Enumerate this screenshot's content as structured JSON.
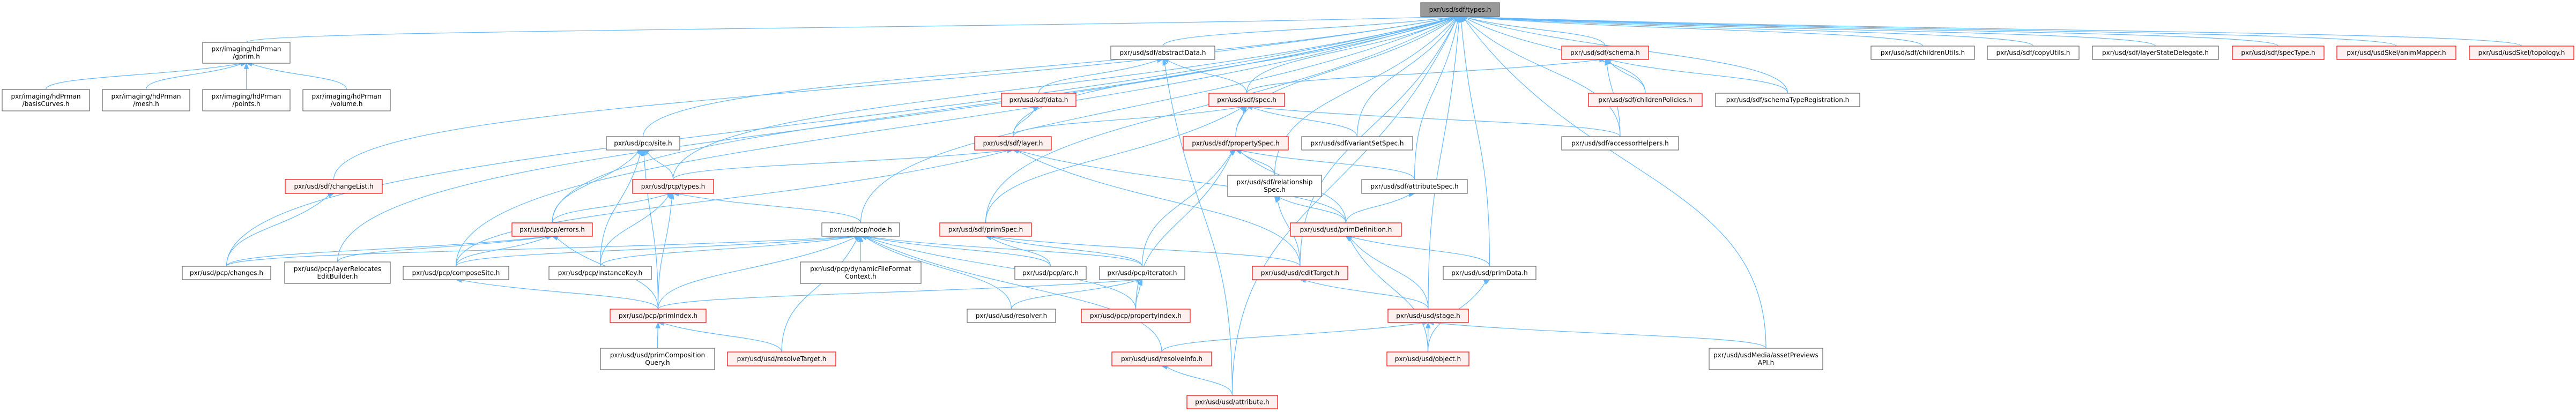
{
  "colors": {
    "edge": "#63b8ff",
    "red_border": "#ff0000",
    "red_fill": "#fff0f0",
    "root_fill": "#999999",
    "normal_border": "#666666"
  },
  "nodes": [
    {
      "id": "types",
      "lines": [
        "pxr/usd/sdf/types.h"
      ],
      "style": "root"
    },
    {
      "id": "gprim",
      "lines": [
        "pxr/imaging/hdPrman",
        "/gprim.h"
      ],
      "style": "normal"
    },
    {
      "id": "basisCurves",
      "lines": [
        "pxr/imaging/hdPrman",
        "/basisCurves.h"
      ],
      "style": "normal"
    },
    {
      "id": "mesh",
      "lines": [
        "pxr/imaging/hdPrman",
        "/mesh.h"
      ],
      "style": "normal"
    },
    {
      "id": "points",
      "lines": [
        "pxr/imaging/hdPrman",
        "/points.h"
      ],
      "style": "normal"
    },
    {
      "id": "volume",
      "lines": [
        "pxr/imaging/hdPrman",
        "/volume.h"
      ],
      "style": "normal"
    },
    {
      "id": "changeList",
      "lines": [
        "pxr/usd/sdf/changeList.h"
      ],
      "style": "red"
    },
    {
      "id": "site",
      "lines": [
        "pxr/usd/pcp/site.h"
      ],
      "style": "normal"
    },
    {
      "id": "pcpTypes",
      "lines": [
        "pxr/usd/pcp/types.h"
      ],
      "style": "red"
    },
    {
      "id": "errors",
      "lines": [
        "pxr/usd/pcp/errors.h"
      ],
      "style": "red"
    },
    {
      "id": "changes",
      "lines": [
        "pxr/usd/pcp/changes.h"
      ],
      "style": "normal"
    },
    {
      "id": "layerRelocates",
      "lines": [
        "pxr/usd/pcp/layerRelocates",
        "EditBuilder.h"
      ],
      "style": "normal"
    },
    {
      "id": "composeSite",
      "lines": [
        "pxr/usd/pcp/composeSite.h"
      ],
      "style": "normal"
    },
    {
      "id": "instanceKey",
      "lines": [
        "pxr/usd/pcp/instanceKey.h"
      ],
      "style": "normal"
    },
    {
      "id": "primIndex",
      "lines": [
        "pxr/usd/pcp/primIndex.h"
      ],
      "style": "red"
    },
    {
      "id": "primCompositionQuery",
      "lines": [
        "pxr/usd/usd/primComposition",
        "Query.h"
      ],
      "style": "normal"
    },
    {
      "id": "node",
      "lines": [
        "pxr/usd/pcp/node.h"
      ],
      "style": "normal"
    },
    {
      "id": "dynamicFileFormatContext",
      "lines": [
        "pxr/usd/pcp/dynamicFileFormat",
        "Context.h"
      ],
      "style": "normal"
    },
    {
      "id": "arc",
      "lines": [
        "pxr/usd/pcp/arc.h"
      ],
      "style": "normal"
    },
    {
      "id": "iterator",
      "lines": [
        "pxr/usd/pcp/iterator.h"
      ],
      "style": "normal"
    },
    {
      "id": "resolver",
      "lines": [
        "pxr/usd/usd/resolver.h"
      ],
      "style": "normal"
    },
    {
      "id": "propertyIndex",
      "lines": [
        "pxr/usd/pcp/propertyIndex.h"
      ],
      "style": "red"
    },
    {
      "id": "resolveTarget",
      "lines": [
        "pxr/usd/usd/resolveTarget.h"
      ],
      "style": "red"
    },
    {
      "id": "resolveInfo",
      "lines": [
        "pxr/usd/usd/resolveInfo.h"
      ],
      "style": "red"
    },
    {
      "id": "attribute",
      "lines": [
        "pxr/usd/usd/attribute.h"
      ],
      "style": "red"
    },
    {
      "id": "abstractData",
      "lines": [
        "pxr/usd/sdf/abstractData.h"
      ],
      "style": "normal"
    },
    {
      "id": "data",
      "lines": [
        "pxr/usd/sdf/data.h"
      ],
      "style": "red"
    },
    {
      "id": "layer",
      "lines": [
        "pxr/usd/sdf/layer.h"
      ],
      "style": "red"
    },
    {
      "id": "spec",
      "lines": [
        "pxr/usd/sdf/spec.h"
      ],
      "style": "red"
    },
    {
      "id": "primSpec",
      "lines": [
        "pxr/usd/sdf/primSpec.h"
      ],
      "style": "red"
    },
    {
      "id": "propertySpec",
      "lines": [
        "pxr/usd/sdf/propertySpec.h"
      ],
      "style": "red"
    },
    {
      "id": "variantSetSpec",
      "lines": [
        "pxr/usd/sdf/variantSetSpec.h"
      ],
      "style": "normal"
    },
    {
      "id": "relationshipSpec",
      "lines": [
        "pxr/usd/sdf/relationship",
        "Spec.h"
      ],
      "style": "normal"
    },
    {
      "id": "attributeSpec",
      "lines": [
        "pxr/usd/sdf/attributeSpec.h"
      ],
      "style": "normal"
    },
    {
      "id": "primDefinition",
      "lines": [
        "pxr/usd/usd/primDefinition.h"
      ],
      "style": "red"
    },
    {
      "id": "editTarget",
      "lines": [
        "pxr/usd/usd/editTarget.h"
      ],
      "style": "red"
    },
    {
      "id": "primData",
      "lines": [
        "pxr/usd/usd/primData.h"
      ],
      "style": "normal"
    },
    {
      "id": "stage",
      "lines": [
        "pxr/usd/usd/stage.h"
      ],
      "style": "red"
    },
    {
      "id": "object",
      "lines": [
        "pxr/usd/usd/object.h"
      ],
      "style": "red"
    },
    {
      "id": "usdMediaAssetPreviewsAPI",
      "lines": [
        "pxr/usd/usdMedia/assetPreviews",
        "API.h"
      ],
      "style": "normal"
    },
    {
      "id": "schema",
      "lines": [
        "pxr/usd/sdf/schema.h"
      ],
      "style": "red"
    },
    {
      "id": "childrenPolicies",
      "lines": [
        "pxr/usd/sdf/childrenPolicies.h"
      ],
      "style": "red"
    },
    {
      "id": "schemaTypeRegistration",
      "lines": [
        "pxr/usd/sdf/schemaTypeRegistration.h"
      ],
      "style": "normal"
    },
    {
      "id": "accessorHelpers",
      "lines": [
        "pxr/usd/sdf/accessorHelpers.h"
      ],
      "style": "normal"
    },
    {
      "id": "childrenUtils",
      "lines": [
        "pxr/usd/sdf/childrenUtils.h"
      ],
      "style": "normal"
    },
    {
      "id": "copyUtils",
      "lines": [
        "pxr/usd/sdf/copyUtils.h"
      ],
      "style": "normal"
    },
    {
      "id": "layerStateDelegate",
      "lines": [
        "pxr/usd/sdf/layerStateDelegate.h"
      ],
      "style": "normal"
    },
    {
      "id": "specType",
      "lines": [
        "pxr/usd/sdf/specType.h"
      ],
      "style": "red"
    },
    {
      "id": "animMapper",
      "lines": [
        "pxr/usd/usdSkel/animMapper.h"
      ],
      "style": "red"
    },
    {
      "id": "topology",
      "lines": [
        "pxr/usd/usdSkel/topology.h"
      ],
      "style": "red"
    }
  ],
  "edges": [
    [
      "gprim",
      "types"
    ],
    [
      "basisCurves",
      "gprim"
    ],
    [
      "mesh",
      "gprim"
    ],
    [
      "points",
      "gprim"
    ],
    [
      "volume",
      "gprim"
    ],
    [
      "changeList",
      "types"
    ],
    [
      "changes",
      "changeList"
    ],
    [
      "site",
      "types"
    ],
    [
      "pcpTypes",
      "site"
    ],
    [
      "pcpTypes",
      "layer"
    ],
    [
      "pcpTypes",
      "types"
    ],
    [
      "errors",
      "site"
    ],
    [
      "errors",
      "pcpTypes"
    ],
    [
      "errors",
      "types"
    ],
    [
      "changes",
      "errors"
    ],
    [
      "layerRelocates",
      "errors"
    ],
    [
      "composeSite",
      "errors"
    ],
    [
      "primIndex",
      "errors"
    ],
    [
      "changes",
      "types"
    ],
    [
      "layerRelocates",
      "types"
    ],
    [
      "composeSite",
      "types"
    ],
    [
      "composeSite",
      "layer"
    ],
    [
      "instanceKey",
      "site"
    ],
    [
      "instanceKey",
      "pcpTypes"
    ],
    [
      "instanceKey",
      "node"
    ],
    [
      "primIndex",
      "site"
    ],
    [
      "primIndex",
      "pcpTypes"
    ],
    [
      "primIndex",
      "node"
    ],
    [
      "primIndex",
      "composeSite"
    ],
    [
      "primIndex",
      "iterator"
    ],
    [
      "primCompositionQuery",
      "primIndex"
    ],
    [
      "resolveTarget",
      "primIndex"
    ],
    [
      "resolveTarget",
      "node"
    ],
    [
      "node",
      "pcpTypes"
    ],
    [
      "node",
      "types"
    ],
    [
      "dynamicFileFormatContext",
      "node"
    ],
    [
      "arc",
      "node"
    ],
    [
      "iterator",
      "node"
    ],
    [
      "resolver",
      "node"
    ],
    [
      "propertyIndex",
      "node"
    ],
    [
      "resolveInfo",
      "node"
    ],
    [
      "composeSite",
      "node"
    ],
    [
      "changes",
      "node"
    ],
    [
      "arc",
      "primSpec"
    ],
    [
      "iterator",
      "primSpec"
    ],
    [
      "editTarget",
      "primSpec"
    ],
    [
      "primSpec",
      "spec"
    ],
    [
      "primSpec",
      "types"
    ],
    [
      "iterator",
      "propertySpec"
    ],
    [
      "propertyIndex",
      "iterator"
    ],
    [
      "resolver",
      "iterator"
    ],
    [
      "propertyIndex",
      "propertySpec"
    ],
    [
      "data",
      "abstractData"
    ],
    [
      "spec",
      "abstractData"
    ],
    [
      "abstractData",
      "types"
    ],
    [
      "attribute",
      "abstractData"
    ],
    [
      "layer",
      "data"
    ],
    [
      "layer",
      "spec"
    ],
    [
      "layer",
      "types"
    ],
    [
      "editTarget",
      "layer"
    ],
    [
      "primDefinition",
      "layer"
    ],
    [
      "spec",
      "types"
    ],
    [
      "spec",
      "schema"
    ],
    [
      "propertySpec",
      "spec"
    ],
    [
      "variantSetSpec",
      "spec"
    ],
    [
      "accessorHelpers",
      "spec"
    ],
    [
      "propertySpec",
      "types"
    ],
    [
      "relationshipSpec",
      "propertySpec"
    ],
    [
      "attributeSpec",
      "propertySpec"
    ],
    [
      "primDefinition",
      "propertySpec"
    ],
    [
      "relationshipSpec",
      "types"
    ],
    [
      "attributeSpec",
      "types"
    ],
    [
      "variantSetSpec",
      "types"
    ],
    [
      "primDefinition",
      "relationshipSpec"
    ],
    [
      "primDefinition",
      "attributeSpec"
    ],
    [
      "editTarget",
      "relationshipSpec"
    ],
    [
      "editTarget",
      "types"
    ],
    [
      "stage",
      "editTarget"
    ],
    [
      "stage",
      "primDefinition"
    ],
    [
      "stage",
      "types"
    ],
    [
      "primData",
      "primDefinition"
    ],
    [
      "primData",
      "types"
    ],
    [
      "object",
      "stage"
    ],
    [
      "object",
      "primData"
    ],
    [
      "object",
      "primDefinition"
    ],
    [
      "resolveInfo",
      "stage"
    ],
    [
      "attribute",
      "resolveInfo"
    ],
    [
      "attribute",
      "types"
    ],
    [
      "usdMediaAssetPreviewsAPI",
      "stage"
    ],
    [
      "usdMediaAssetPreviewsAPI",
      "types"
    ],
    [
      "schema",
      "types"
    ],
    [
      "childrenPolicies",
      "schema"
    ],
    [
      "childrenPolicies",
      "types"
    ],
    [
      "schemaTypeRegistration",
      "schema"
    ],
    [
      "schemaTypeRegistration",
      "types"
    ],
    [
      "accessorHelpers",
      "schema"
    ],
    [
      "accessorHelpers",
      "types"
    ],
    [
      "childrenUtils",
      "types"
    ],
    [
      "copyUtils",
      "types"
    ],
    [
      "layerStateDelegate",
      "types"
    ],
    [
      "specType",
      "types"
    ],
    [
      "animMapper",
      "types"
    ],
    [
      "topology",
      "types"
    ]
  ]
}
